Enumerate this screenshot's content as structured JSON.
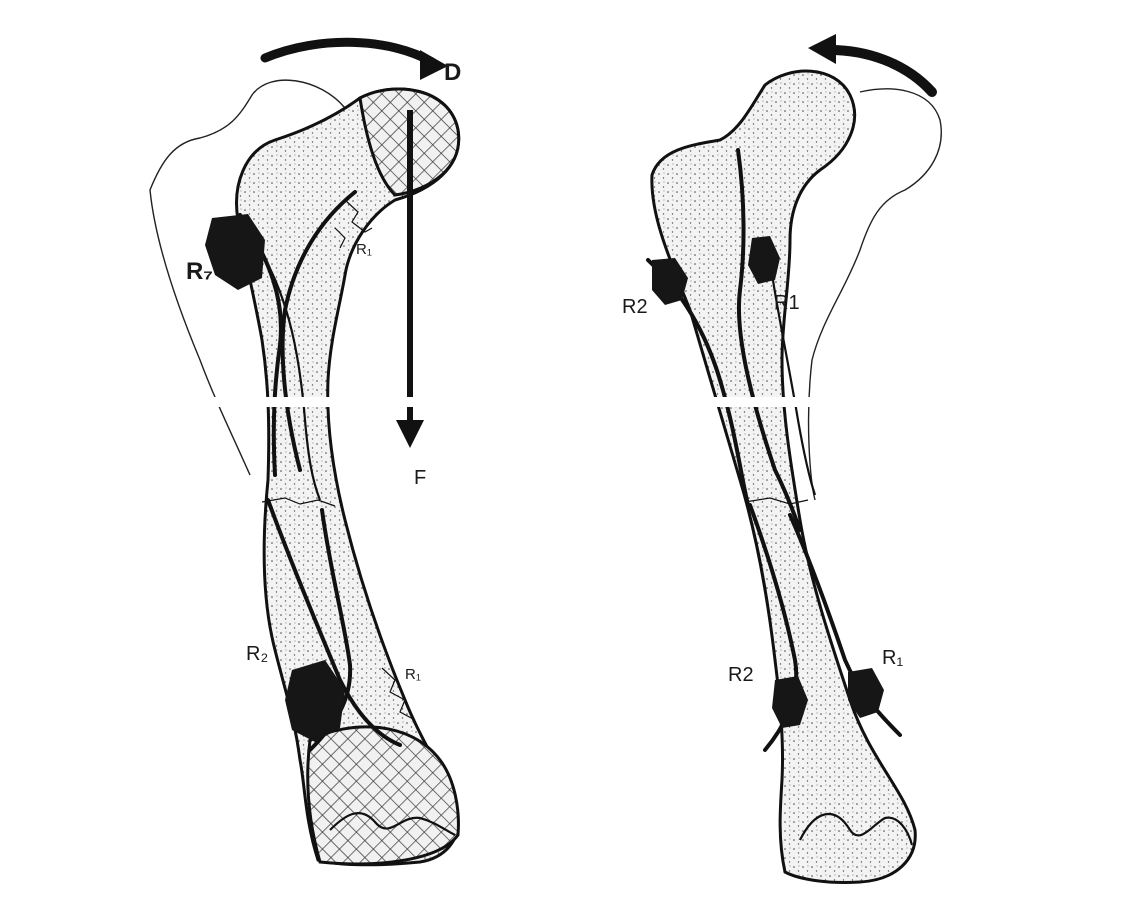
{
  "figure": {
    "panel_left": {
      "labels": {
        "D": "D",
        "F": "F",
        "R7": "R₇",
        "R1_upper": "R₁",
        "R2_lower": "R₂",
        "R1_lower": "R₁"
      }
    },
    "panel_right": {
      "labels": {
        "R2_upper": "R2",
        "R1_upper": "R1",
        "R2_lower": "R2",
        "R1_lower": "R₁"
      }
    }
  },
  "colors": {
    "ink": "#111111",
    "background": "#ffffff",
    "bone_fill": "#f2f2f2"
  }
}
